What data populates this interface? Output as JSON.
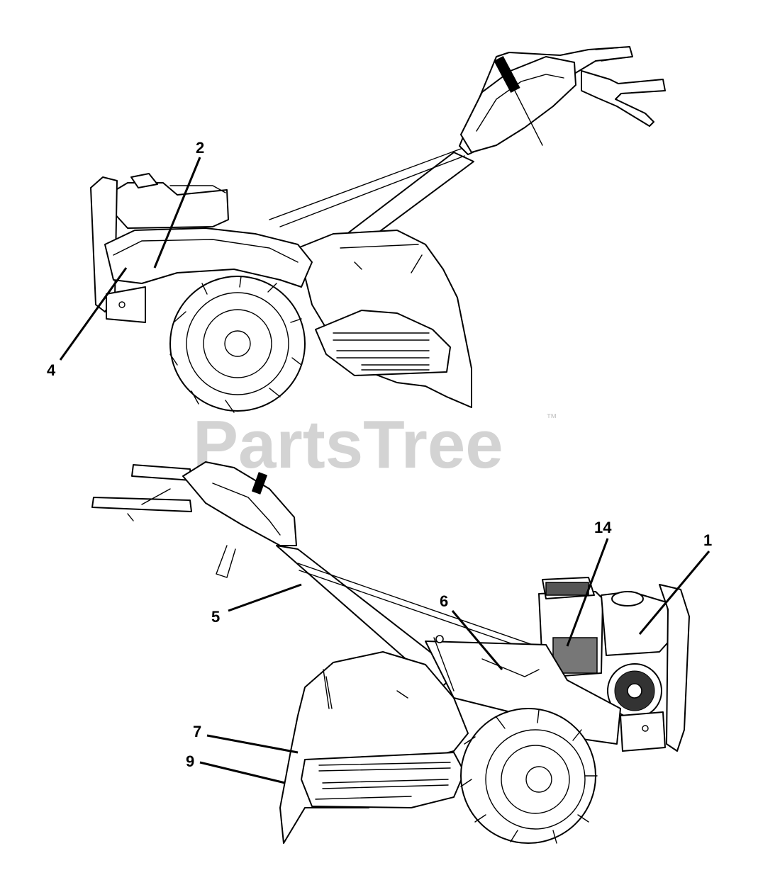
{
  "watermark": {
    "text": "PartsTree",
    "trademark": "™"
  },
  "callouts_top": [
    {
      "id": "callout-2",
      "label": "2"
    },
    {
      "id": "callout-4",
      "label": "4"
    }
  ],
  "callouts_bottom": [
    {
      "id": "callout-14",
      "label": "14"
    },
    {
      "id": "callout-1",
      "label": "1"
    },
    {
      "id": "callout-6",
      "label": "6"
    },
    {
      "id": "callout-5",
      "label": "5"
    },
    {
      "id": "callout-7",
      "label": "7"
    },
    {
      "id": "callout-9",
      "label": "9"
    }
  ],
  "colors": {
    "line": "#000000",
    "watermark": "#d3d3d3",
    "background": "#ffffff"
  }
}
